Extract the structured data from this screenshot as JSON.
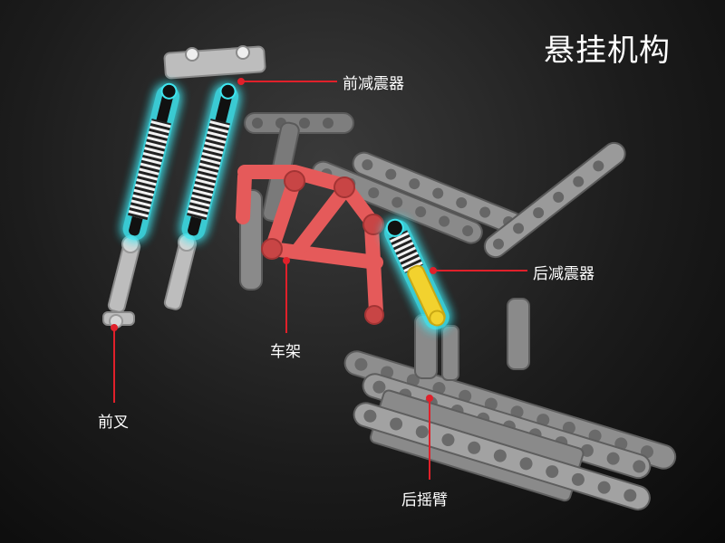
{
  "title": "悬挂机构",
  "labels": {
    "front_shock": "前减震器",
    "rear_shock": "后减震器",
    "frame": "车架",
    "front_fork": "前叉",
    "rear_swingarm": "后摇臂"
  },
  "colors": {
    "background": "#1c1c1c",
    "leader_line": "#e0202a",
    "shock_glow": "#3ee6f0",
    "frame": "#e55a5a",
    "beam": "#8e8e8e",
    "fork": "#bdbdbd",
    "rear_shock_body": "#f2d22e",
    "text": "#ffffff"
  }
}
